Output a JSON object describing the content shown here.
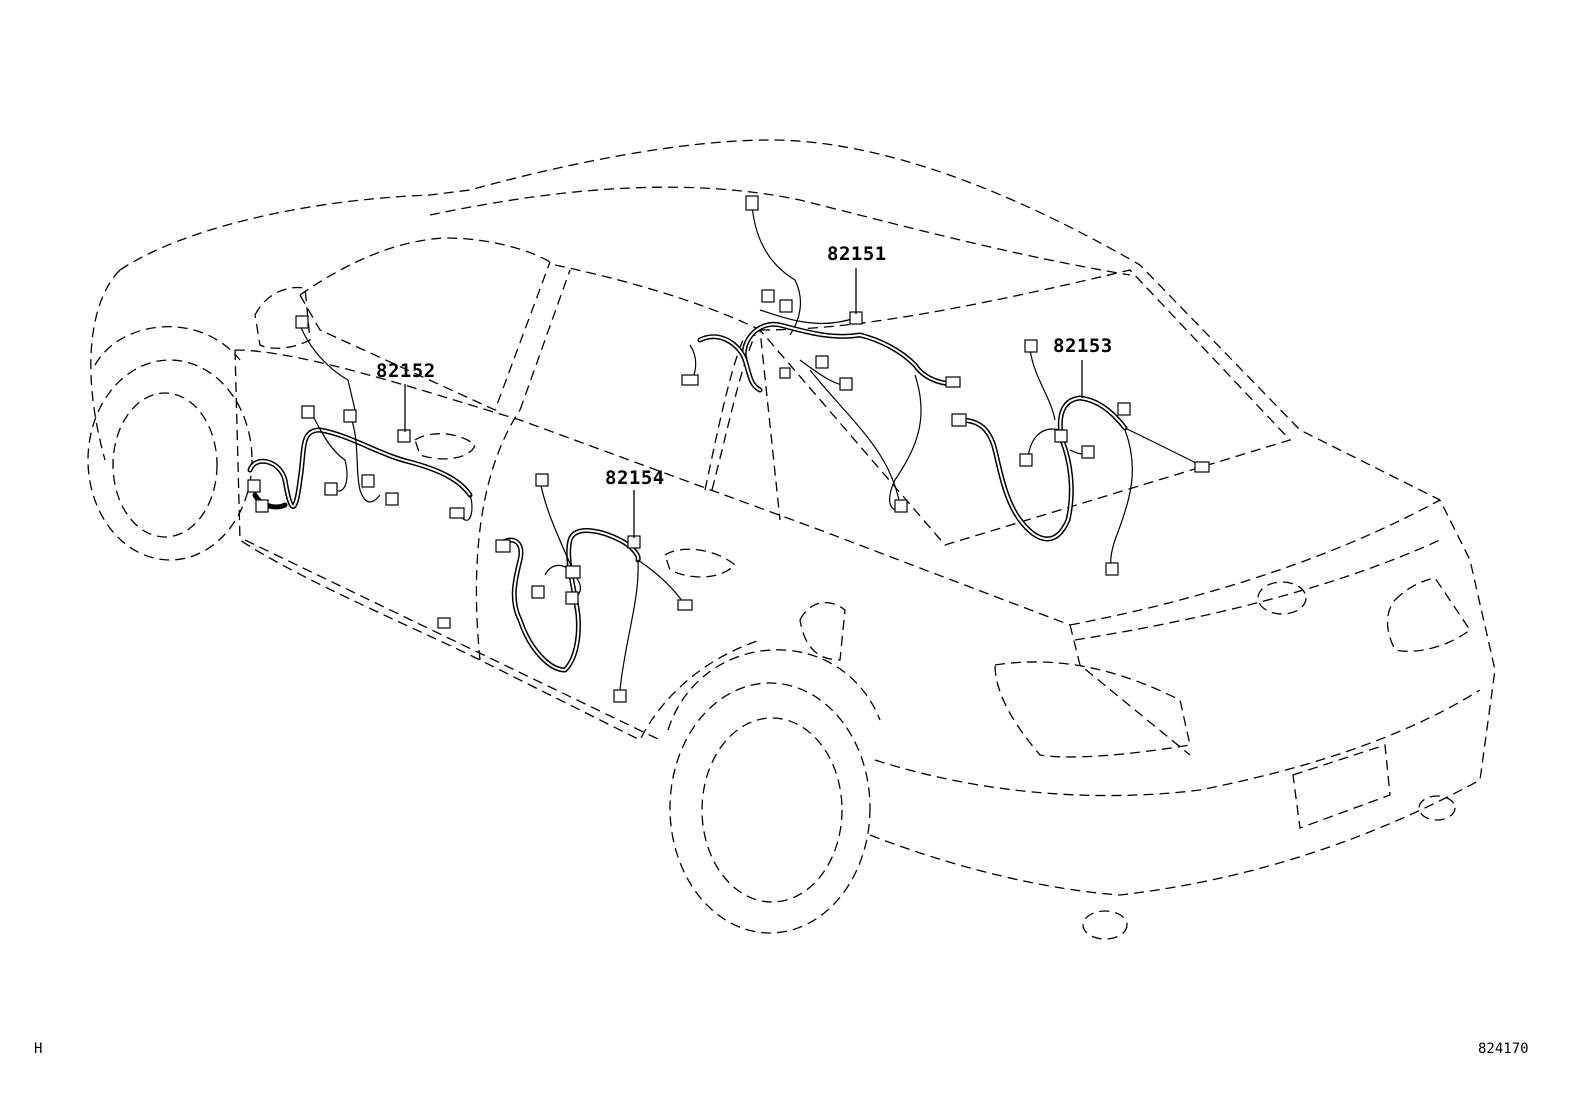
{
  "callouts": {
    "p82151": "82151",
    "p82152": "82152",
    "p82153": "82153",
    "p82154": "82154"
  },
  "footer": {
    "left_code": "H",
    "right_code": "824170"
  }
}
